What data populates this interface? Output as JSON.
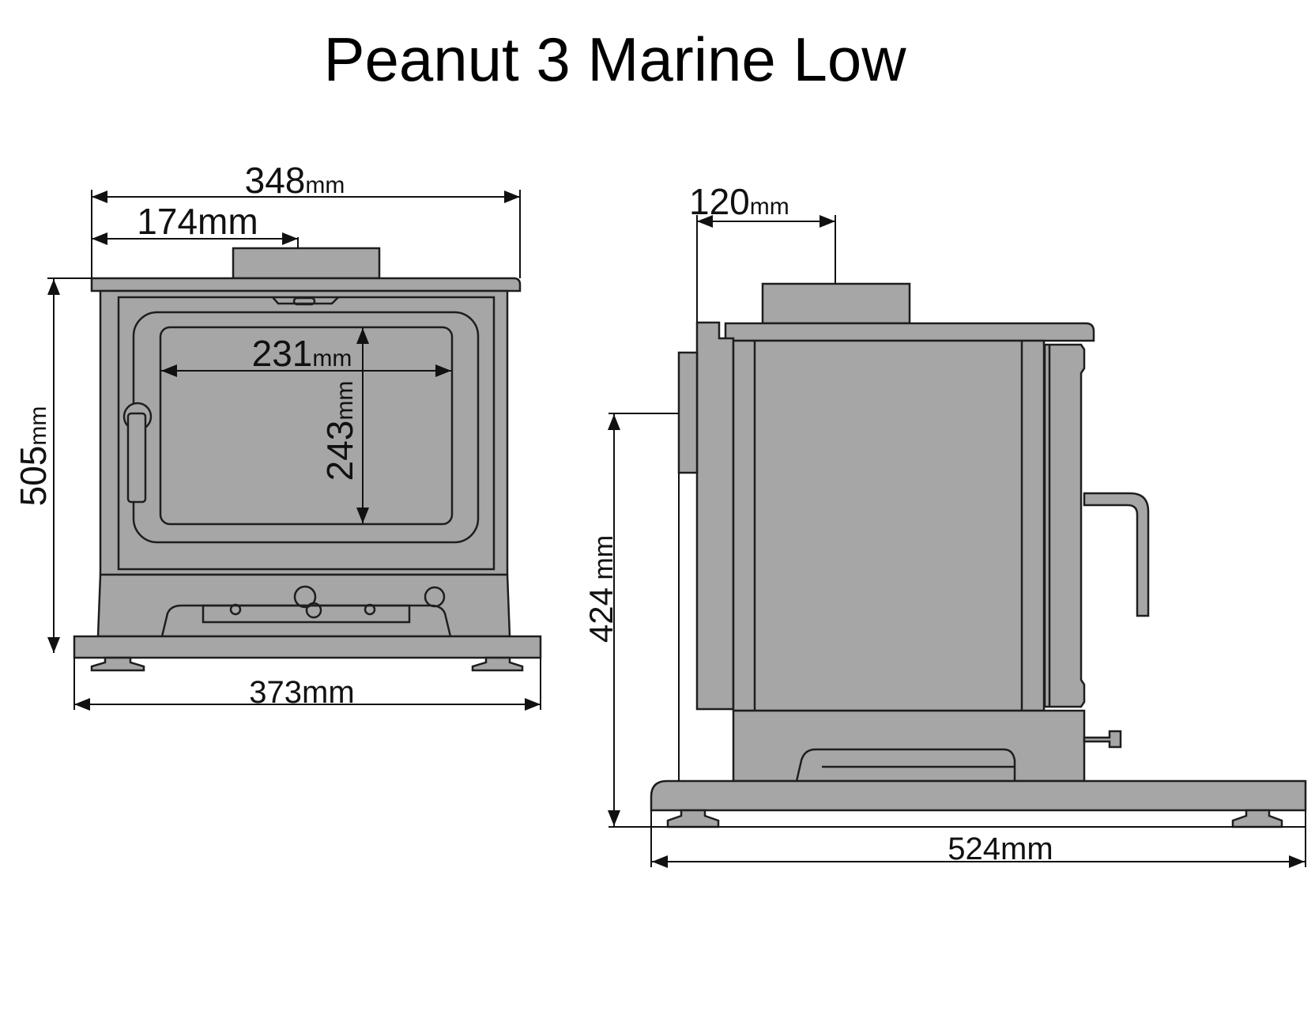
{
  "title": "Peanut 3 Marine Low",
  "colors": {
    "body": "#a6a6a6",
    "line": "#1e1e1e",
    "background": "#ffffff"
  },
  "front_view": {
    "overall_width": {
      "value": "348",
      "unit": "mm"
    },
    "flue_center": {
      "value": "174",
      "unit": "mm"
    },
    "glass_width": {
      "value": "231",
      "unit": "mm"
    },
    "glass_height": {
      "value": "243",
      "unit": "mm"
    },
    "overall_height": {
      "value": "505",
      "unit": "mm"
    },
    "plinth_width": {
      "value": "373",
      "unit": "mm"
    }
  },
  "side_view": {
    "flue_offset": {
      "value": "120",
      "unit": "mm"
    },
    "rear_outlet_height": {
      "value": "424",
      "unit": " mm"
    },
    "plinth_depth": {
      "value": "524",
      "unit": "mm"
    }
  }
}
